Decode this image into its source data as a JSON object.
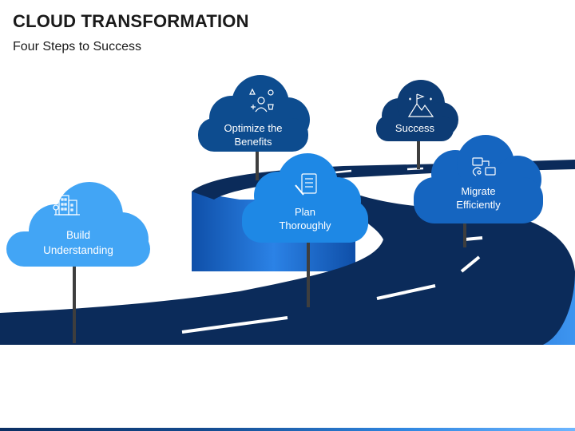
{
  "title": "CLOUD TRANSFORMATION",
  "subtitle": "Four Steps to Success",
  "steps": [
    {
      "label": "Build\nUnderstanding",
      "icon": "building-icon",
      "color": "#42A5F5"
    },
    {
      "label": "Optimize the\nBenefits",
      "icon": "team-optimize-icon",
      "color": "#0D4C8F"
    },
    {
      "label": "Plan\nThoroughly",
      "icon": "checklist-icon",
      "color": "#1E88E5"
    },
    {
      "label": "Success",
      "icon": "mountain-flag-icon",
      "color": "#0D3C75"
    },
    {
      "label": "Migrate\nEfficiently",
      "icon": "migration-icon",
      "color": "#1565C0"
    }
  ],
  "colors": {
    "road": "#0B2B5A",
    "road_side": "#1E6FD0",
    "lane_marking": "#FFFFFF",
    "pole": "#4A4A4A"
  }
}
